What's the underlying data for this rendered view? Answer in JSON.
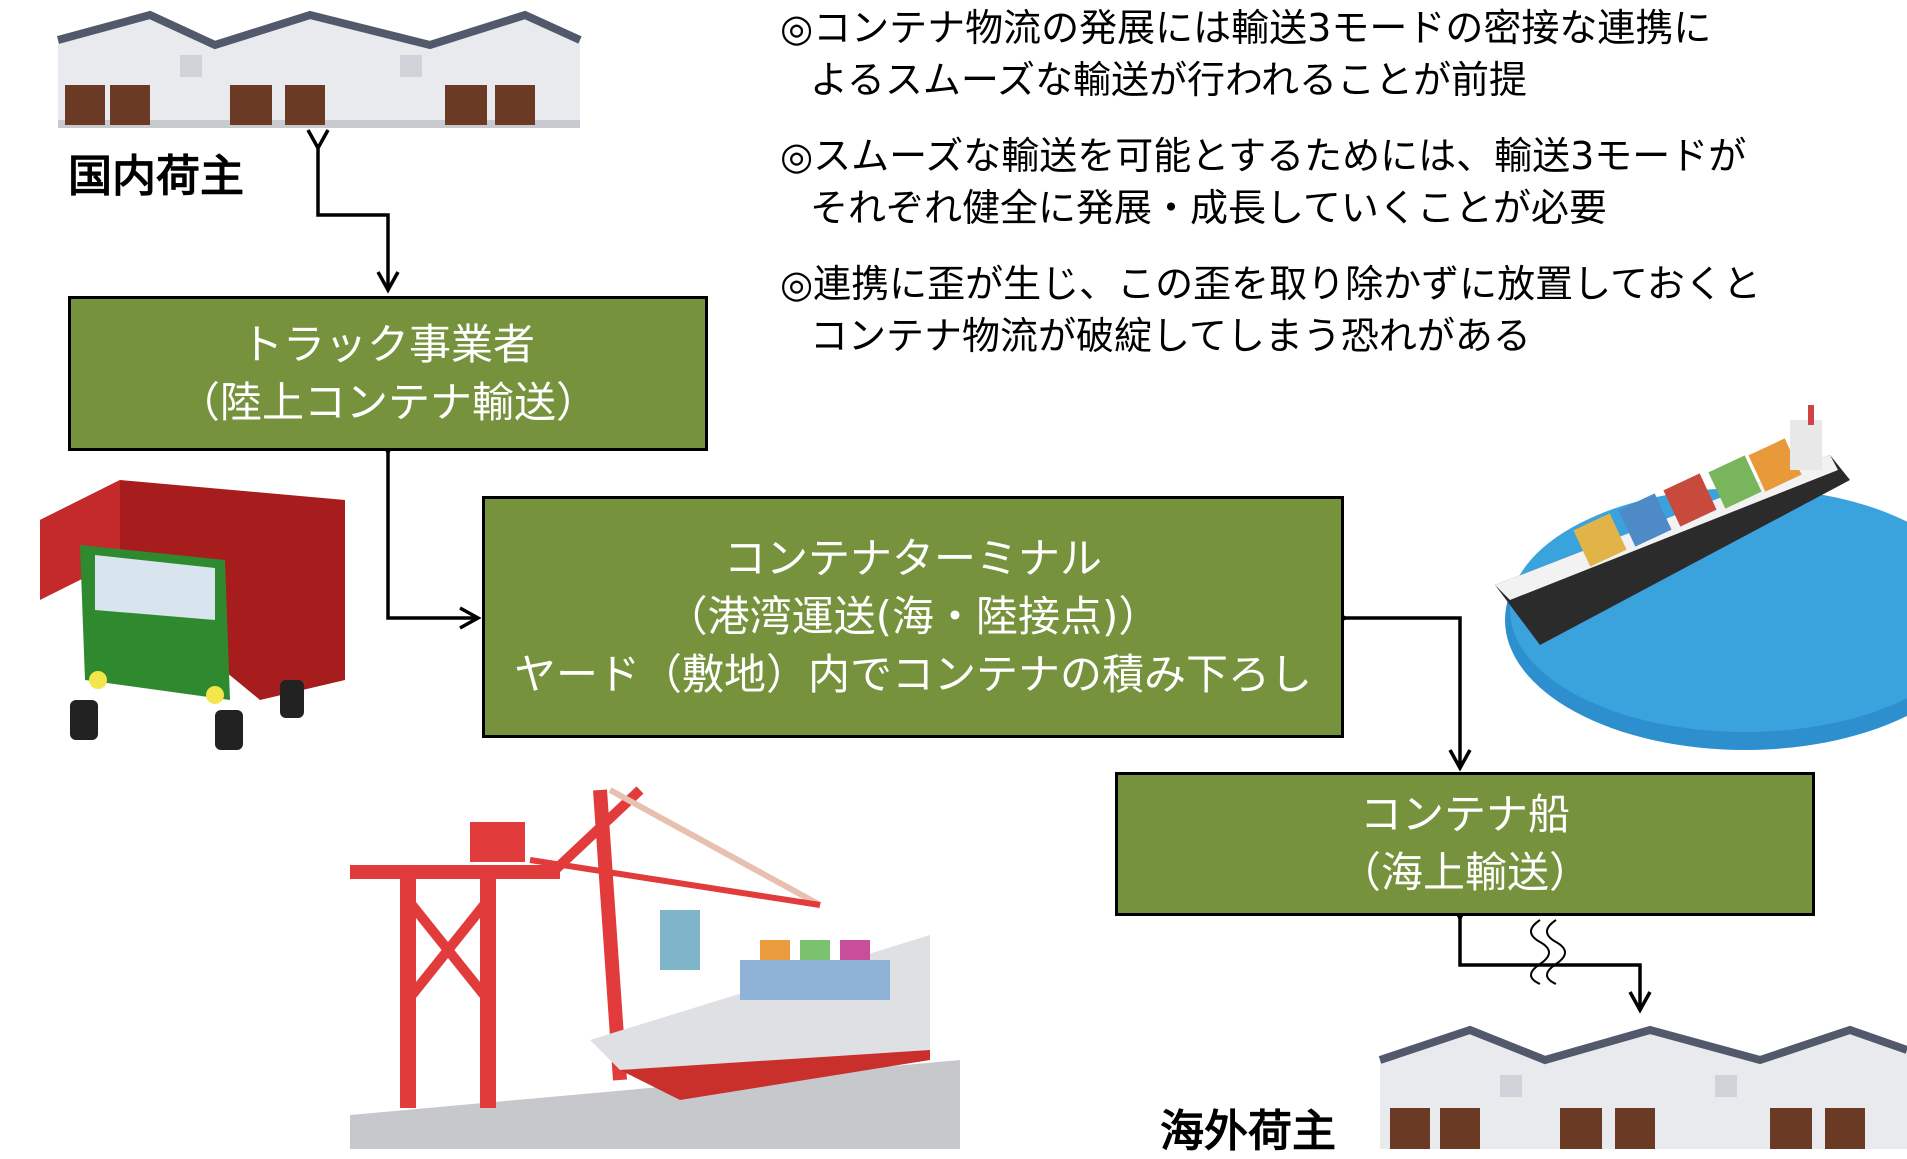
{
  "shippers": {
    "domestic": "国内荷主",
    "overseas": "海外荷主"
  },
  "boxes": {
    "truck": {
      "line1": "トラック事業者",
      "line2": "（陸上コンテナ輸送）"
    },
    "terminal": {
      "line1": "コンテナターミナル",
      "line2": "（港湾運送(海・陸接点)）",
      "line3": "ヤード（敷地）内でコンテナの積み下ろし"
    },
    "ship": {
      "line1": "コンテナ船",
      "line2": "（海上輸送）"
    }
  },
  "notes": [
    {
      "line1": "◎コンテナ物流の発展には輸送3モードの密接な連携に",
      "line2": "よるスムーズな輸送が行われることが前提"
    },
    {
      "line1": "◎スムーズな輸送を可能とするためには、輸送3モードが",
      "line2": "それぞれ健全に発展・成長していくことが必要"
    },
    {
      "line1": "◎連携に歪が生じ、この歪を取り除かずに放置しておくと",
      "line2": "コンテナ物流が破綻してしまう恐れがある"
    }
  ],
  "colors": {
    "box_fill": "#77923c",
    "box_text": "#ffffff",
    "arrow": "#000000"
  }
}
